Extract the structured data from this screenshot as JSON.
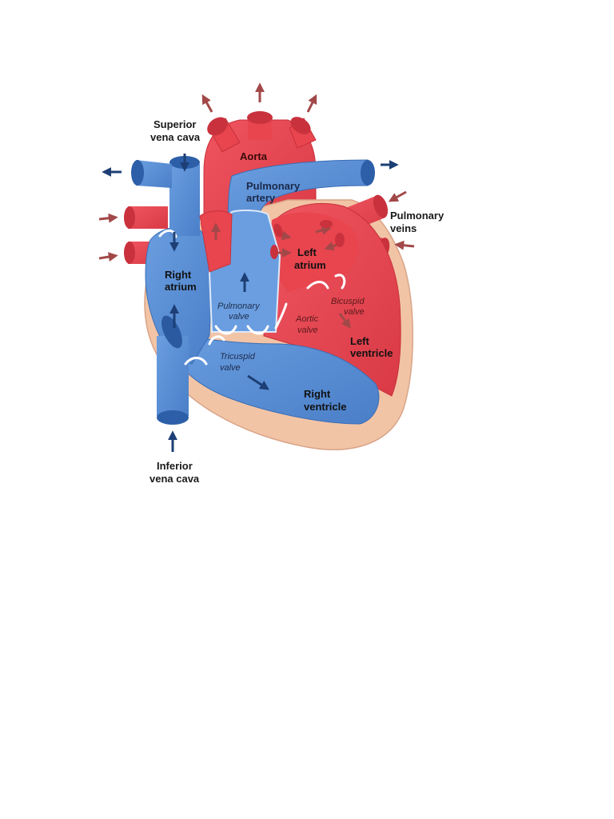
{
  "labels": {
    "superior_vena_cava": [
      "Superior",
      "vena cava"
    ],
    "aorta": "Aorta",
    "pulmonary_artery": [
      "Pulmonary",
      "artery"
    ],
    "pulmonary_veins": [
      "Pulmonary",
      "veins"
    ],
    "left_atrium": [
      "Left",
      "atrium"
    ],
    "right_atrium": [
      "Right",
      "atrium"
    ],
    "pulmonary_valve": [
      "Pulmonary",
      "valve"
    ],
    "aortic_valve": [
      "Aortic",
      "valve"
    ],
    "bicuspid_valve": [
      "Bicuspid",
      "valve"
    ],
    "left_ventricle": [
      "Left",
      "ventricle"
    ],
    "tricuspid_valve": [
      "Tricuspid",
      "valve"
    ],
    "right_ventricle": [
      "Right",
      "ventricle"
    ],
    "inferior_vena_cava": [
      "Inferior",
      "vena cava"
    ]
  },
  "colors": {
    "deoxygenated_blue": "#5b8fd6",
    "oxygenated_red": "#e8454f",
    "muscle_tissue": "#f2c4a6",
    "arrow_blue": "#1d3f75",
    "arrow_red": "#a24848"
  }
}
